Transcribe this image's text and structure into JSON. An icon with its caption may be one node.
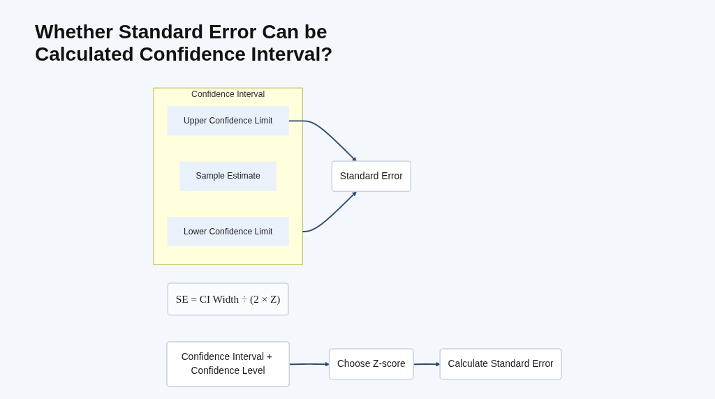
{
  "diagram": {
    "title": "Whether Standard Error Can be Calculated Confidence Interval?",
    "nodes": [
      {
        "text": [
          "Confidence Interval"
        ]
      },
      {
        "text": [
          "Lower Confidence Limit"
        ],
        "in": 0
      },
      {
        "text": [
          "Sample Estimate"
        ],
        "in": 0
      },
      {
        "text": [
          "Upper Confidence Limit"
        ],
        "in": 0
      },
      {
        "text": [
          "Standard Error"
        ]
      },
      {
        "text": [
          "Confidence Interval + Confidence Level"
        ]
      },
      {
        "text": [
          "Choose Z-score"
        ]
      },
      {
        "text": [
          "Calculate Standard Error"
        ]
      },
      {
        "text": [
          "SE = CI Width ÷ (2 × Z)"
        ]
      }
    ],
    "edges": [
      {
        "from": 0,
        "to": 4,
        "arrow": "to"
      },
      {
        "from": 3,
        "to": 4,
        "arrow": "to"
      },
      {
        "from": 5,
        "to": 6,
        "arrow": "to"
      },
      {
        "from": 6,
        "to": 7,
        "arrow": "to"
      }
    ]
  }
}
